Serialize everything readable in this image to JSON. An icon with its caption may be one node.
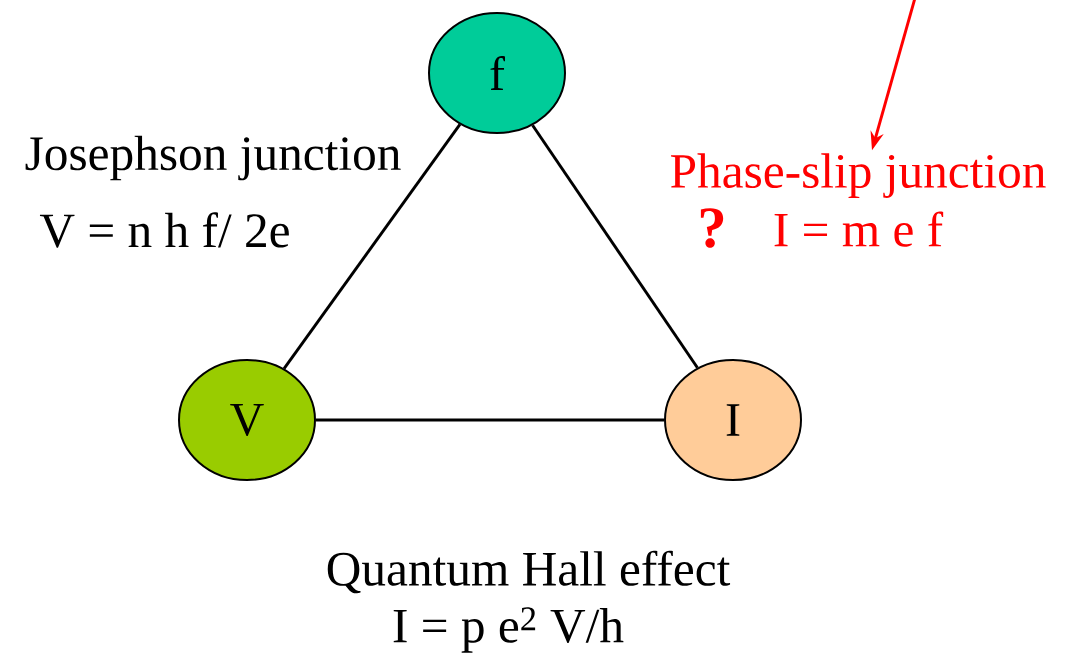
{
  "diagram": {
    "nodes": [
      {
        "text": [
          "f"
        ]
      },
      {
        "text": [
          "V"
        ]
      },
      {
        "text": [
          "I"
        ]
      },
      {
        "text": [
          "Phase-slip junction",
          "I = m e f"
        ]
      }
    ],
    "edges": [
      {
        "from": 0,
        "to": 1,
        "arrow": "none"
      },
      {
        "from": 0,
        "to": 2,
        "arrow": "none"
      },
      {
        "from": 1,
        "to": 2,
        "arrow": "none"
      },
      {
        "from": null,
        "to": 3,
        "arrow": "to",
        "color": "#ff0000"
      }
    ],
    "labels": [
      "Josephson junction",
      "V = n h f/ 2e",
      "?",
      "Quantum Hall effect",
      "I = p e$^{2}$ V/h"
    ]
  }
}
